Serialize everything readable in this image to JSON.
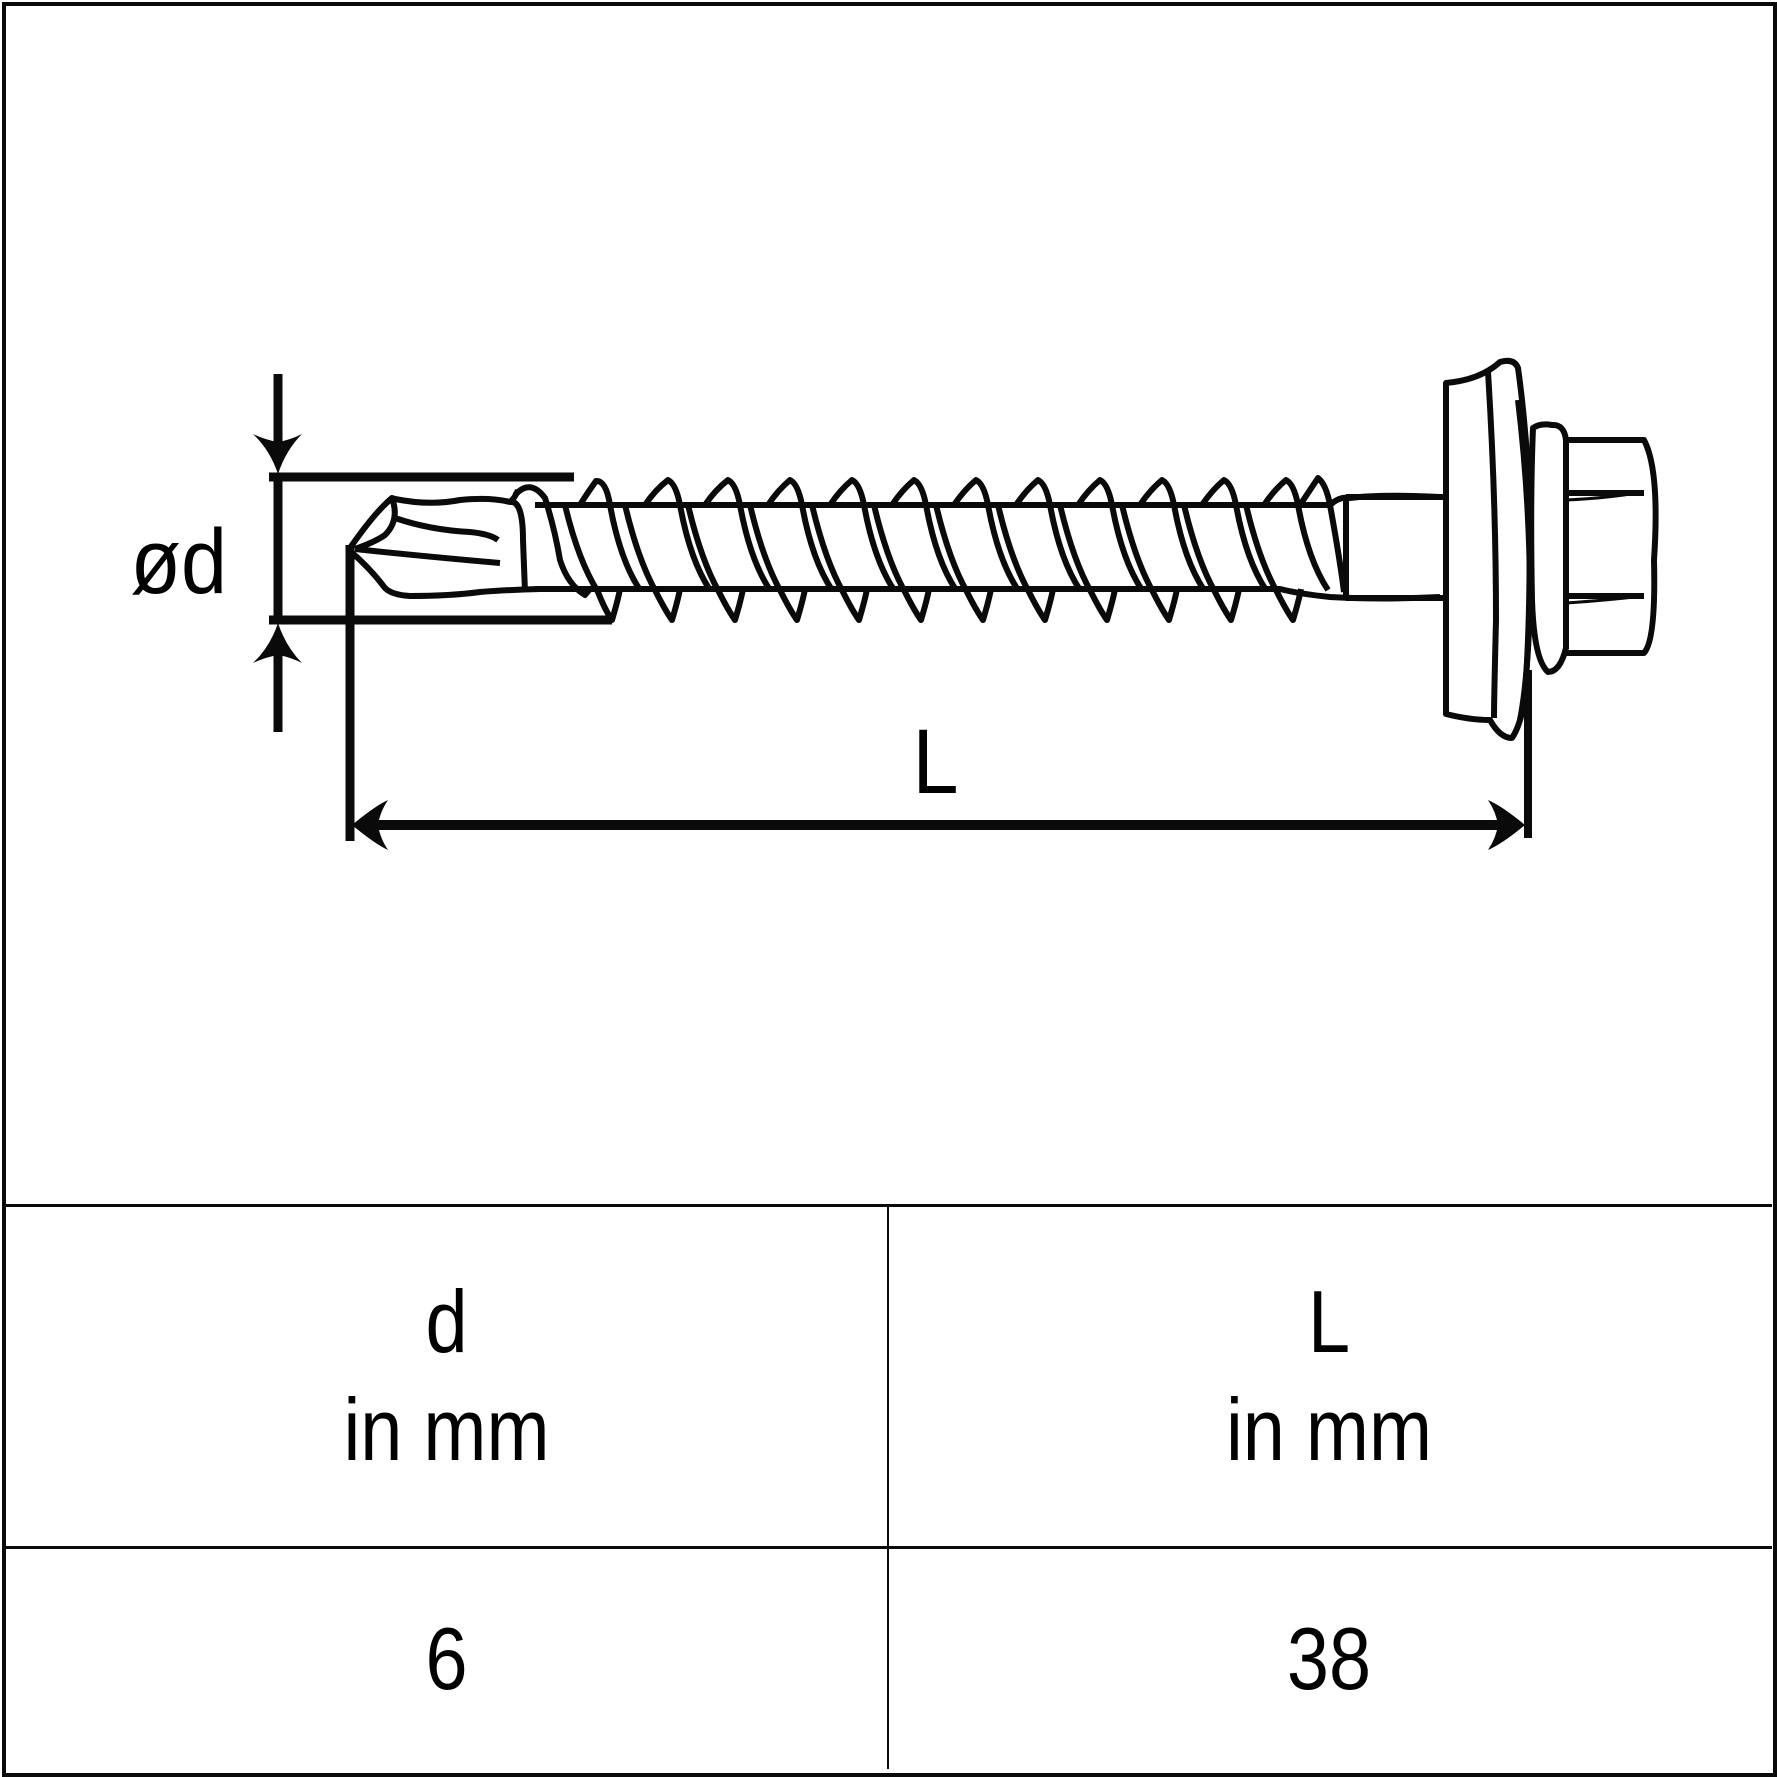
{
  "diagram": {
    "subject": "screw with sealing washer and hex head",
    "dimension_labels": {
      "diameter": "ød",
      "length": "L"
    },
    "colors": {
      "line": "#0a0a0a",
      "background": "#ffffff"
    }
  },
  "table": {
    "headers": [
      {
        "symbol": "d",
        "unit": "in mm"
      },
      {
        "symbol": "L",
        "unit": "in mm"
      }
    ],
    "rows": [
      [
        "6",
        "38"
      ]
    ]
  }
}
